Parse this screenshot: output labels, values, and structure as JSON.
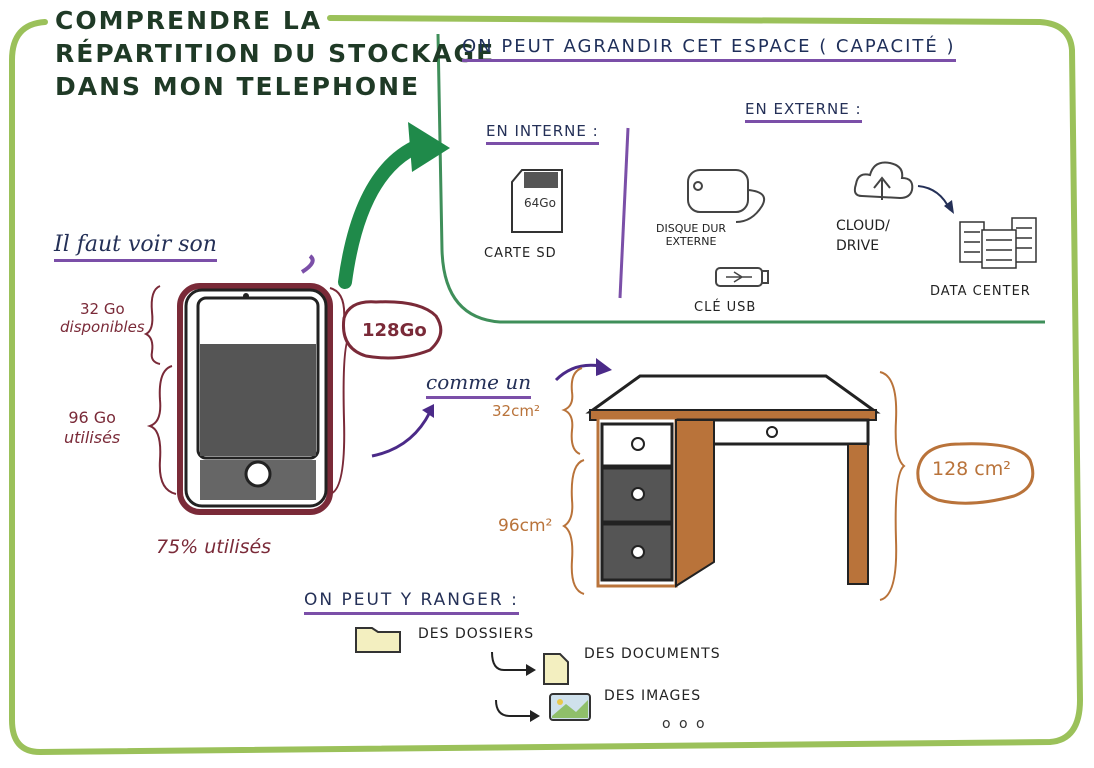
{
  "title": [
    "COMPRENDRE LA",
    "RÉPARTITION DU STOCKAGE",
    "DANS MON TELEPHONE"
  ],
  "expand": {
    "heading": "ON PEUT AGRANDIR CET ESPACE ( CAPACITÉ )",
    "internal": {
      "label": "EN INTERNE :",
      "sd_caption": "CARTE SD",
      "sd_capacity": "64Go"
    },
    "external": {
      "label": "EN EXTERNE :",
      "hdd": [
        "DISQUE DUR",
        "EXTERNE"
      ],
      "usb": "CLÉ USB",
      "cloud": [
        "CLOUD/",
        "DRIVE"
      ],
      "datacenter": "DATA CENTER"
    }
  },
  "phone": {
    "intro": "Il faut voir son",
    "available": [
      "32 Go",
      "disponibles"
    ],
    "used": [
      "96 Go",
      "utilisés"
    ],
    "total": "128Go",
    "percent": "75% utilisés"
  },
  "desk": {
    "intro": "comme un",
    "top_area": "32cm²",
    "bottom_area": "96cm²",
    "total": "128 cm²"
  },
  "storage": {
    "heading": "ON PEUT Y RANGER :",
    "folders": "DES DOSSIERS",
    "documents": "DES DOCUMENTS",
    "images": "DES IMAGES",
    "ellipsis": "o o o"
  },
  "colors": {
    "frame": "#9bc15a",
    "box": "#3f8f5a",
    "accent": "#7b4fa8",
    "phone": "#7a2a38",
    "desk": "#b9733a",
    "arrow": "#1f8a4a"
  }
}
